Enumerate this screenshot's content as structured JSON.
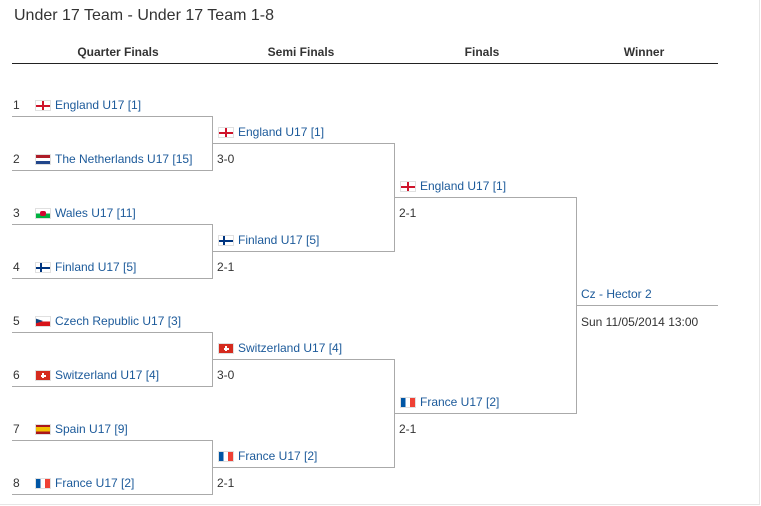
{
  "title": "Under 17 Team - Under 17 Team 1-8",
  "headers": {
    "quarter_finals": "Quarter Finals",
    "semi_finals": "Semi Finals",
    "finals": "Finals",
    "winner": "Winner"
  },
  "quarter_finals": [
    {
      "seed": "1",
      "team": "England U17 [1]",
      "flag": "england"
    },
    {
      "seed": "2",
      "team": "The Netherlands U17 [15]",
      "flag": "netherlands"
    },
    {
      "seed": "3",
      "team": "Wales U17 [11]",
      "flag": "wales"
    },
    {
      "seed": "4",
      "team": "Finland U17 [5]",
      "flag": "finland"
    },
    {
      "seed": "5",
      "team": "Czech Republic U17 [3]",
      "flag": "czech"
    },
    {
      "seed": "6",
      "team": "Switzerland U17 [4]",
      "flag": "switzerland"
    },
    {
      "seed": "7",
      "team": "Spain U17 [9]",
      "flag": "spain"
    },
    {
      "seed": "8",
      "team": "France U17 [2]",
      "flag": "france"
    }
  ],
  "quarter_scores": [
    "3-0",
    "2-1",
    "3-0",
    "2-1"
  ],
  "semi_finals": [
    {
      "team": "England U17 [1]",
      "flag": "england"
    },
    {
      "team": "Finland U17 [5]",
      "flag": "finland"
    },
    {
      "team": "Switzerland U17 [4]",
      "flag": "switzerland"
    },
    {
      "team": "France U17 [2]",
      "flag": "france"
    }
  ],
  "semi_scores": [
    "2-1",
    "2-1"
  ],
  "finals": [
    {
      "team": "England U17 [1]",
      "flag": "england"
    },
    {
      "team": "France U17 [2]",
      "flag": "france"
    }
  ],
  "winner": {
    "name": "Cz - Hector 2",
    "datetime": "Sun 11/05/2014 13:00"
  }
}
